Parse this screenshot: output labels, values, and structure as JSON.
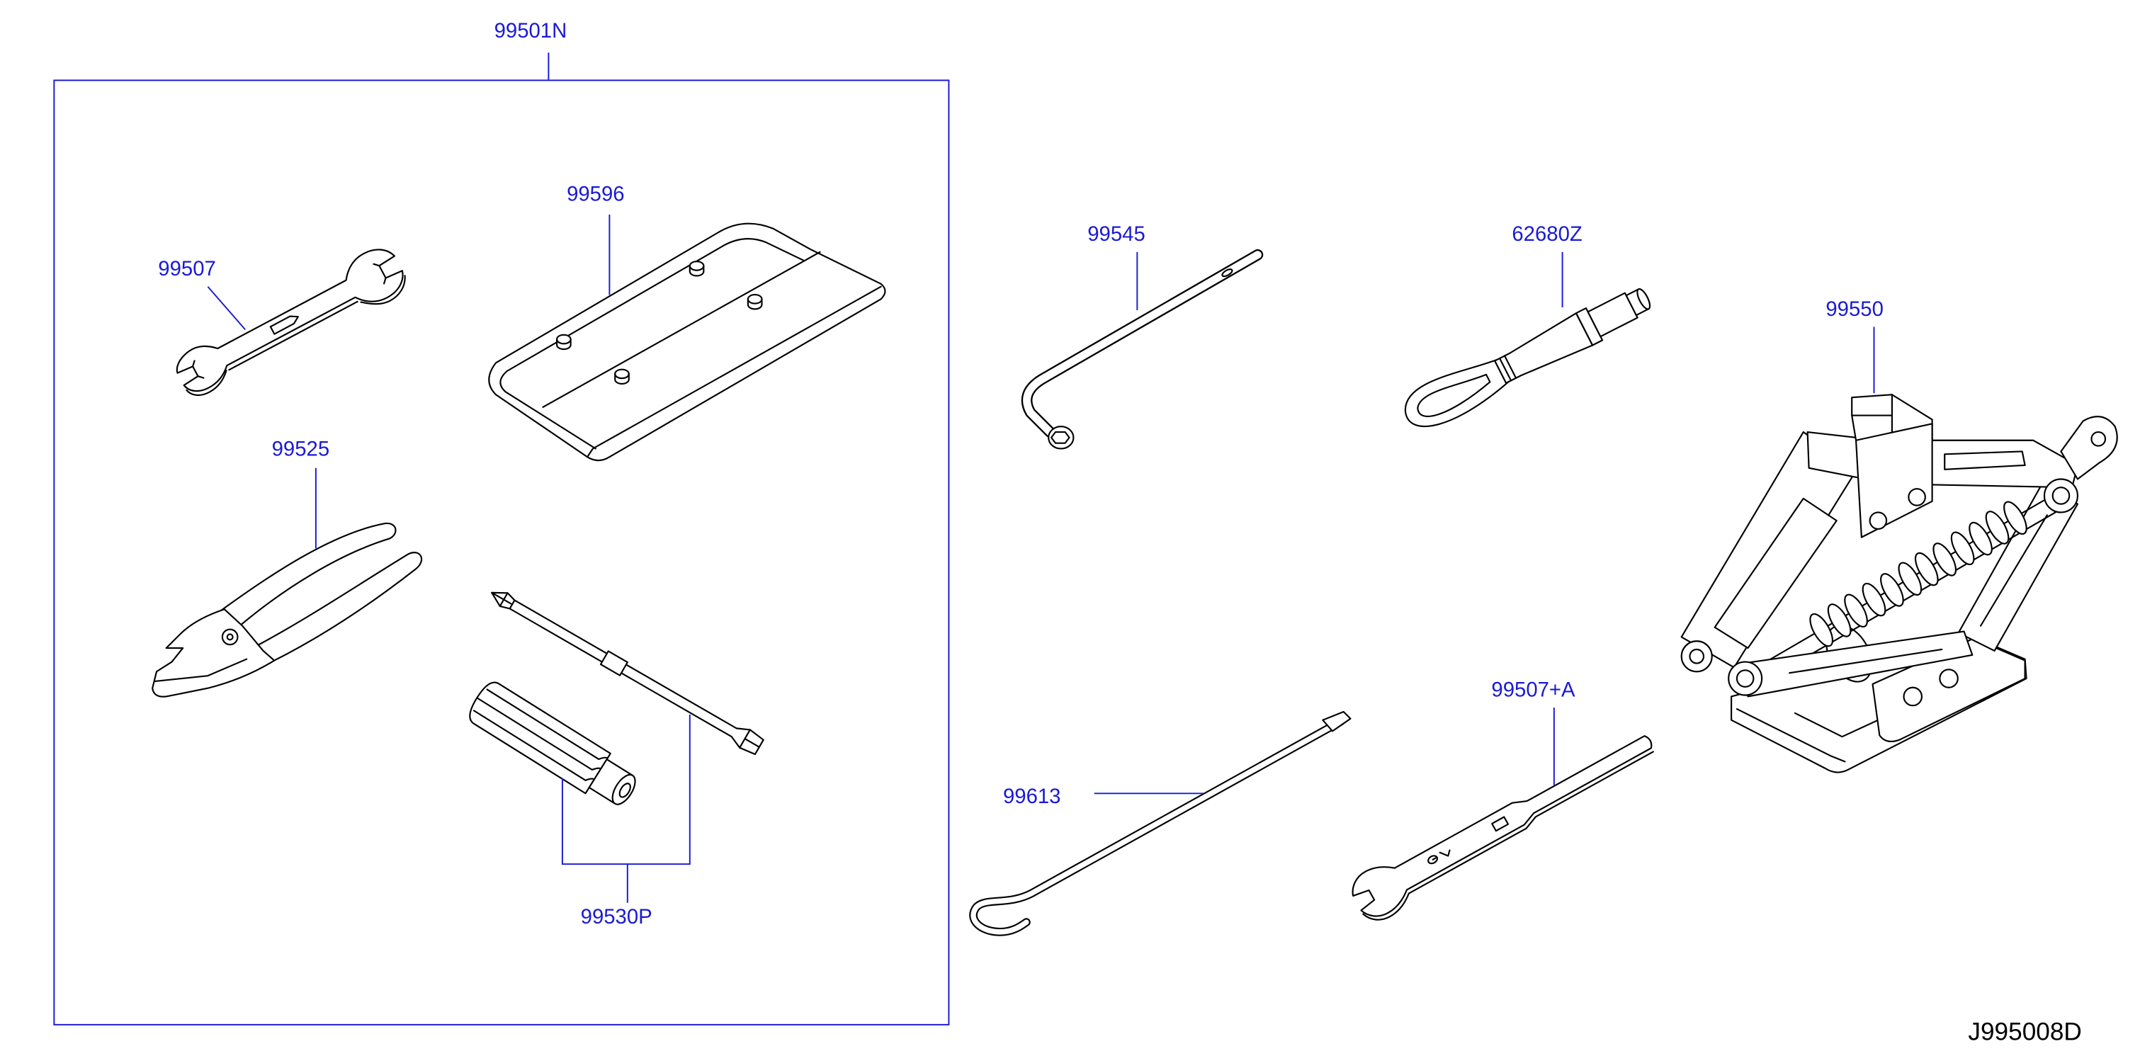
{
  "callouts": {
    "tool_kit": "99501N",
    "tool_bag": "99596",
    "spanner": "99507",
    "pliers": "99525",
    "screwdriver": "99530P",
    "wheel_wrench": "99545",
    "towing_hook": "62680Z",
    "jack": "99550",
    "jack_handle": "99613",
    "wrench_alt": "99507+A"
  },
  "diagram_code": "J995008D",
  "colors": {
    "callout": "#1a1ad6",
    "line_art": "#000000",
    "background": "#ffffff"
  }
}
